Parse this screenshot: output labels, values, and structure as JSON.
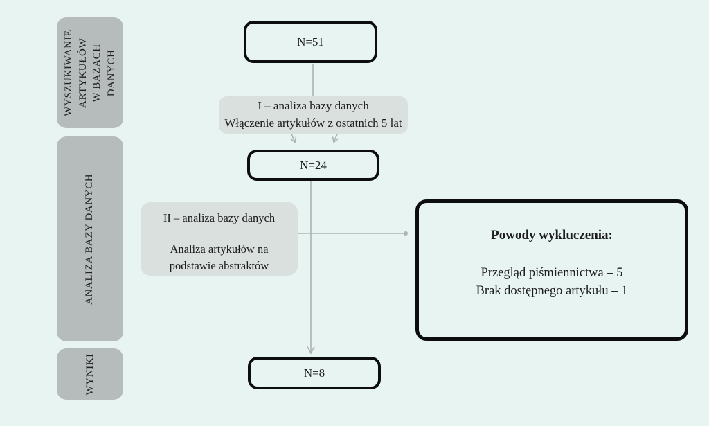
{
  "colors": {
    "background": "#e7f4f1",
    "panel_gray": "#b6bbbb",
    "step_gray": "#dae0de",
    "box_border": "#0d0d0d",
    "connector_gray": "#adb3b3",
    "text": "#1c1c1c"
  },
  "sidebar": {
    "items": [
      {
        "label": "WYSZUKIWANIE\nARTYKUŁÓW\nW BAZACH\nDANYCH"
      },
      {
        "label": "ANALIZA BAZY DANYCH"
      },
      {
        "label": "WYNIKI"
      }
    ]
  },
  "flow": {
    "n51": {
      "label": "N=51"
    },
    "step1": {
      "line1": "I – analiza bazy danych",
      "line2": "Włączenie artykułów z ostatnich 5 lat"
    },
    "n24": {
      "label": "N=24"
    },
    "step2": {
      "line1": "II – analiza bazy danych",
      "line2": "Analiza artykułów na",
      "line3": "podstawie abstraktów"
    },
    "exclusion": {
      "title": "Powody wykluczenia:",
      "items": [
        "Przegląd piśmiennictwa – 5",
        "Brak dostępnego artykułu – 1"
      ]
    },
    "n8": {
      "label": "N=8"
    }
  }
}
